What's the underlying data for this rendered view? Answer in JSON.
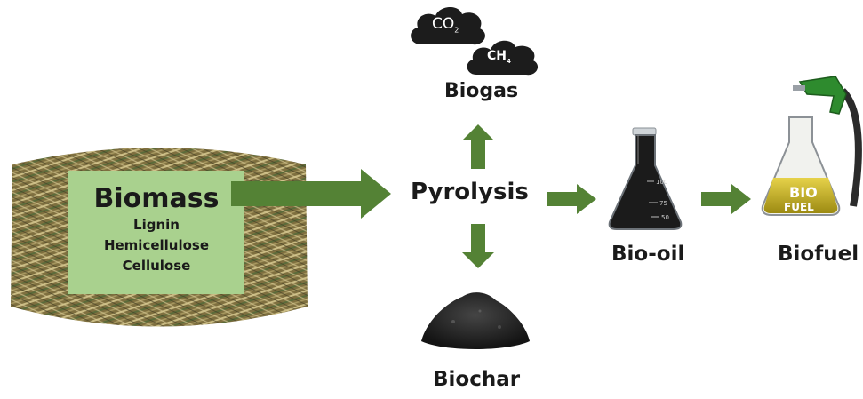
{
  "biomass": {
    "title": "Biomass",
    "components": [
      "Lignin",
      "Hemicellulose",
      "Cellulose"
    ]
  },
  "process": {
    "label": "Pyrolysis"
  },
  "products": {
    "biogas": {
      "label": "Biogas",
      "gases": [
        "CO",
        "CH"
      ],
      "subscripts": [
        "2",
        "4"
      ]
    },
    "biochar": {
      "label": "Biochar"
    },
    "bio_oil": {
      "label": "Bio-oil",
      "flask_marks": [
        "100",
        "75",
        "50"
      ]
    },
    "biofuel": {
      "label": "Biofuel",
      "badge_line1": "BIO",
      "badge_line2": "FUEL"
    }
  },
  "colors": {
    "arrow": "#548235",
    "box": "#a9d18e",
    "straw": "#8a7c4a",
    "cloud": "#1c1c1c",
    "char": "#2b2b2b"
  }
}
